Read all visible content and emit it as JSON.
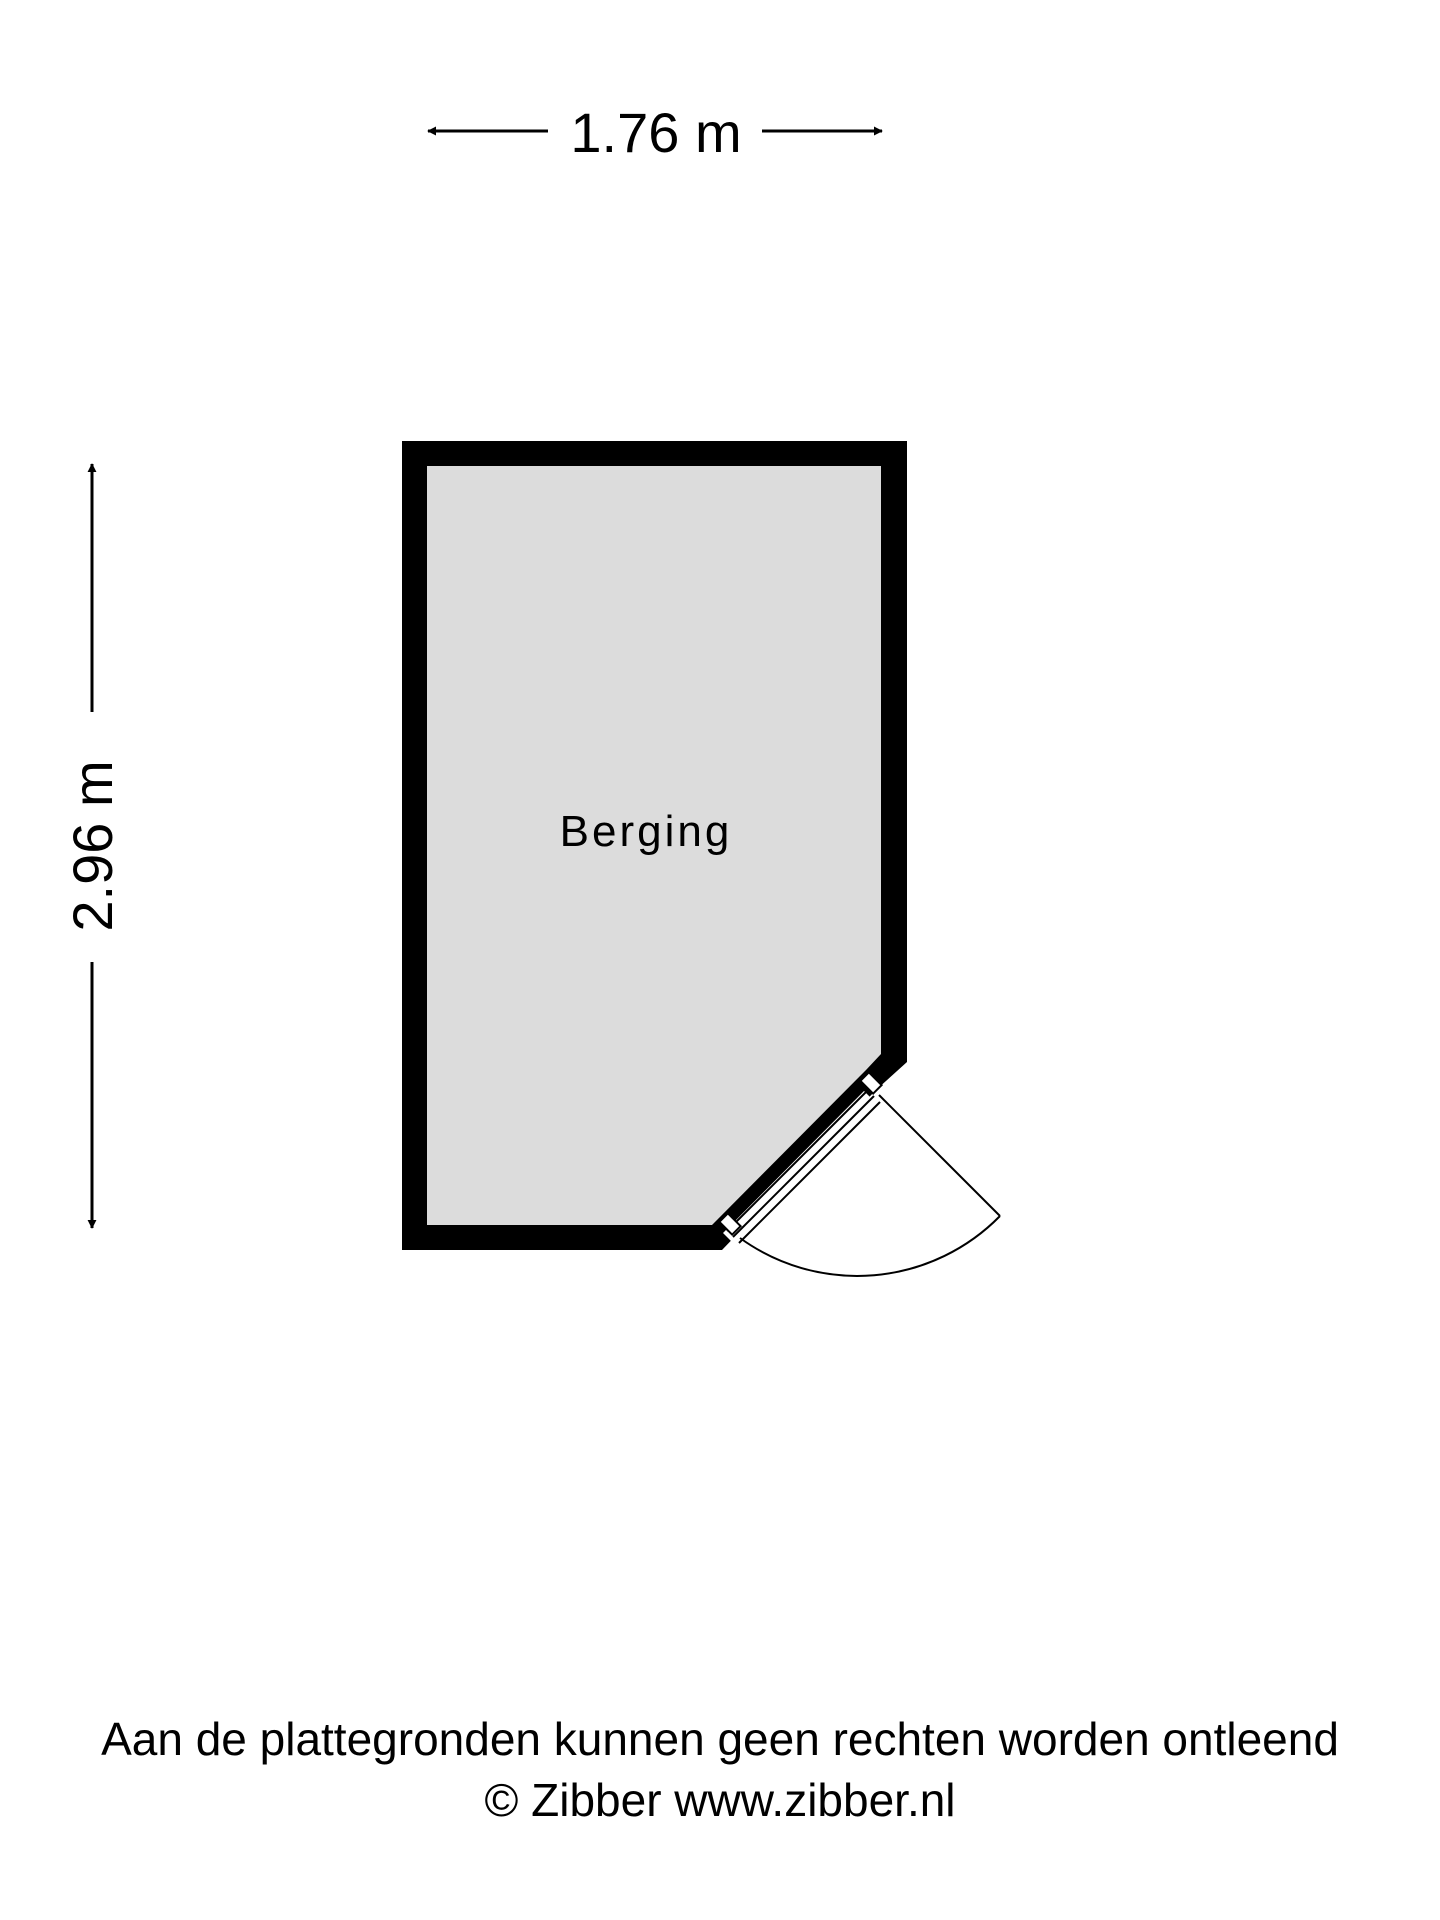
{
  "dimensions": {
    "width_label": "1.76 m",
    "height_label": "2.96 m"
  },
  "room": {
    "name": "Berging"
  },
  "footer": {
    "disclaimer": "Aan de plattegronden kunnen geen rechten worden ontleend",
    "copyright": "© Zibber www.zibber.nl"
  },
  "colors": {
    "wall": "#000000",
    "floor": "#dcdcdc",
    "background": "#ffffff"
  }
}
